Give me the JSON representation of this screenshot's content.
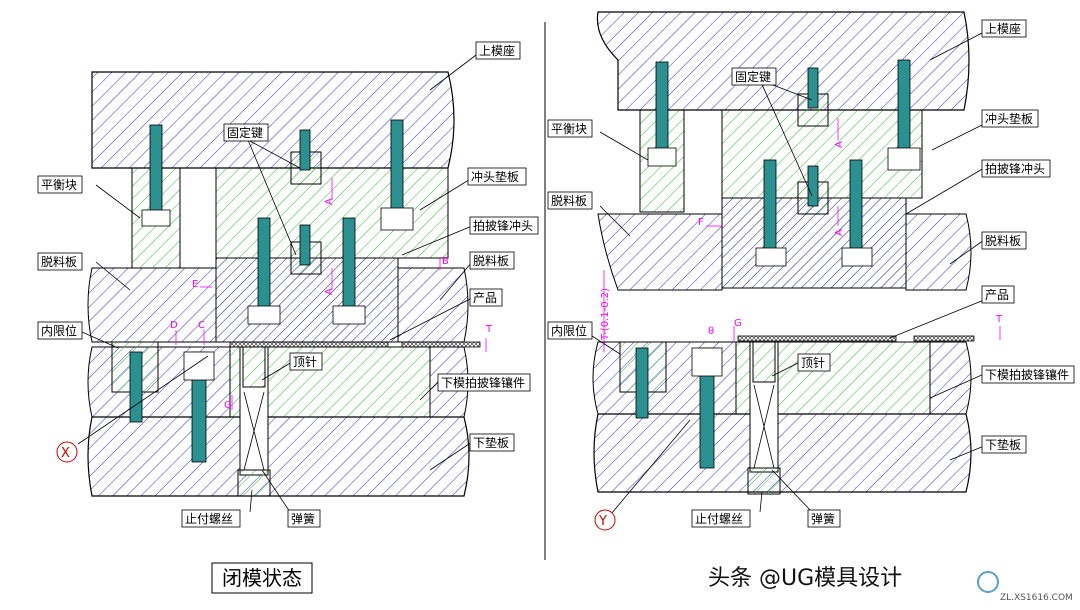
{
  "left": {
    "labels": {
      "upper_die_seat": "上模座",
      "punch_pad": "冲头垫板",
      "balance_block": "平衡块",
      "fixing_key": "固定键",
      "stripper_left": "脱料板",
      "stripper_right": "脱料板",
      "flatten_punch": "拍披锋冲头",
      "product": "产品",
      "inner_limit": "内限位",
      "ejector_pin": "顶针",
      "lower_insert": "下模拍披锋镶件",
      "lower_pad": "下垫板",
      "stop_screw": "止付螺丝",
      "spring": "弹簧"
    },
    "dims": {
      "a1": "A",
      "a2": "A",
      "b": "B",
      "e": "E",
      "d": "D",
      "c": "C",
      "g": "G",
      "t": "T"
    },
    "callout": "X",
    "caption": "闭模状态"
  },
  "right": {
    "labels": {
      "upper_die_seat": "上模座",
      "fixing_key": "固定键",
      "balance_block": "平衡块",
      "punch_pad": "冲头垫板",
      "flatten_punch": "拍披锋冲头",
      "stripper_left": "脱料板",
      "stripper_right": "脱料板",
      "product": "产品",
      "inner_limit": "内限位",
      "ejector_pin": "顶针",
      "lower_insert": "下模拍披锋镶件",
      "lower_pad": "下垫板",
      "stop_screw": "止付螺丝",
      "spring": "弹簧"
    },
    "dims": {
      "a1": "A",
      "a2": "A",
      "f": "F",
      "t_range": "T-(0.1-0.2)",
      "g": "G",
      "angle": "θ",
      "t": "T"
    },
    "callout": "Y"
  },
  "watermark": {
    "text": "头条 @UG模具设计",
    "site": "ZL.XS1616.COM"
  },
  "colors": {
    "blue_hatch": "#3333cc",
    "green_hatch": "#33bb33",
    "navy_hatch": "#1a1a80",
    "outline": "#000000",
    "dimension": "#ff00ff",
    "pin_fill": "#2a9090"
  }
}
